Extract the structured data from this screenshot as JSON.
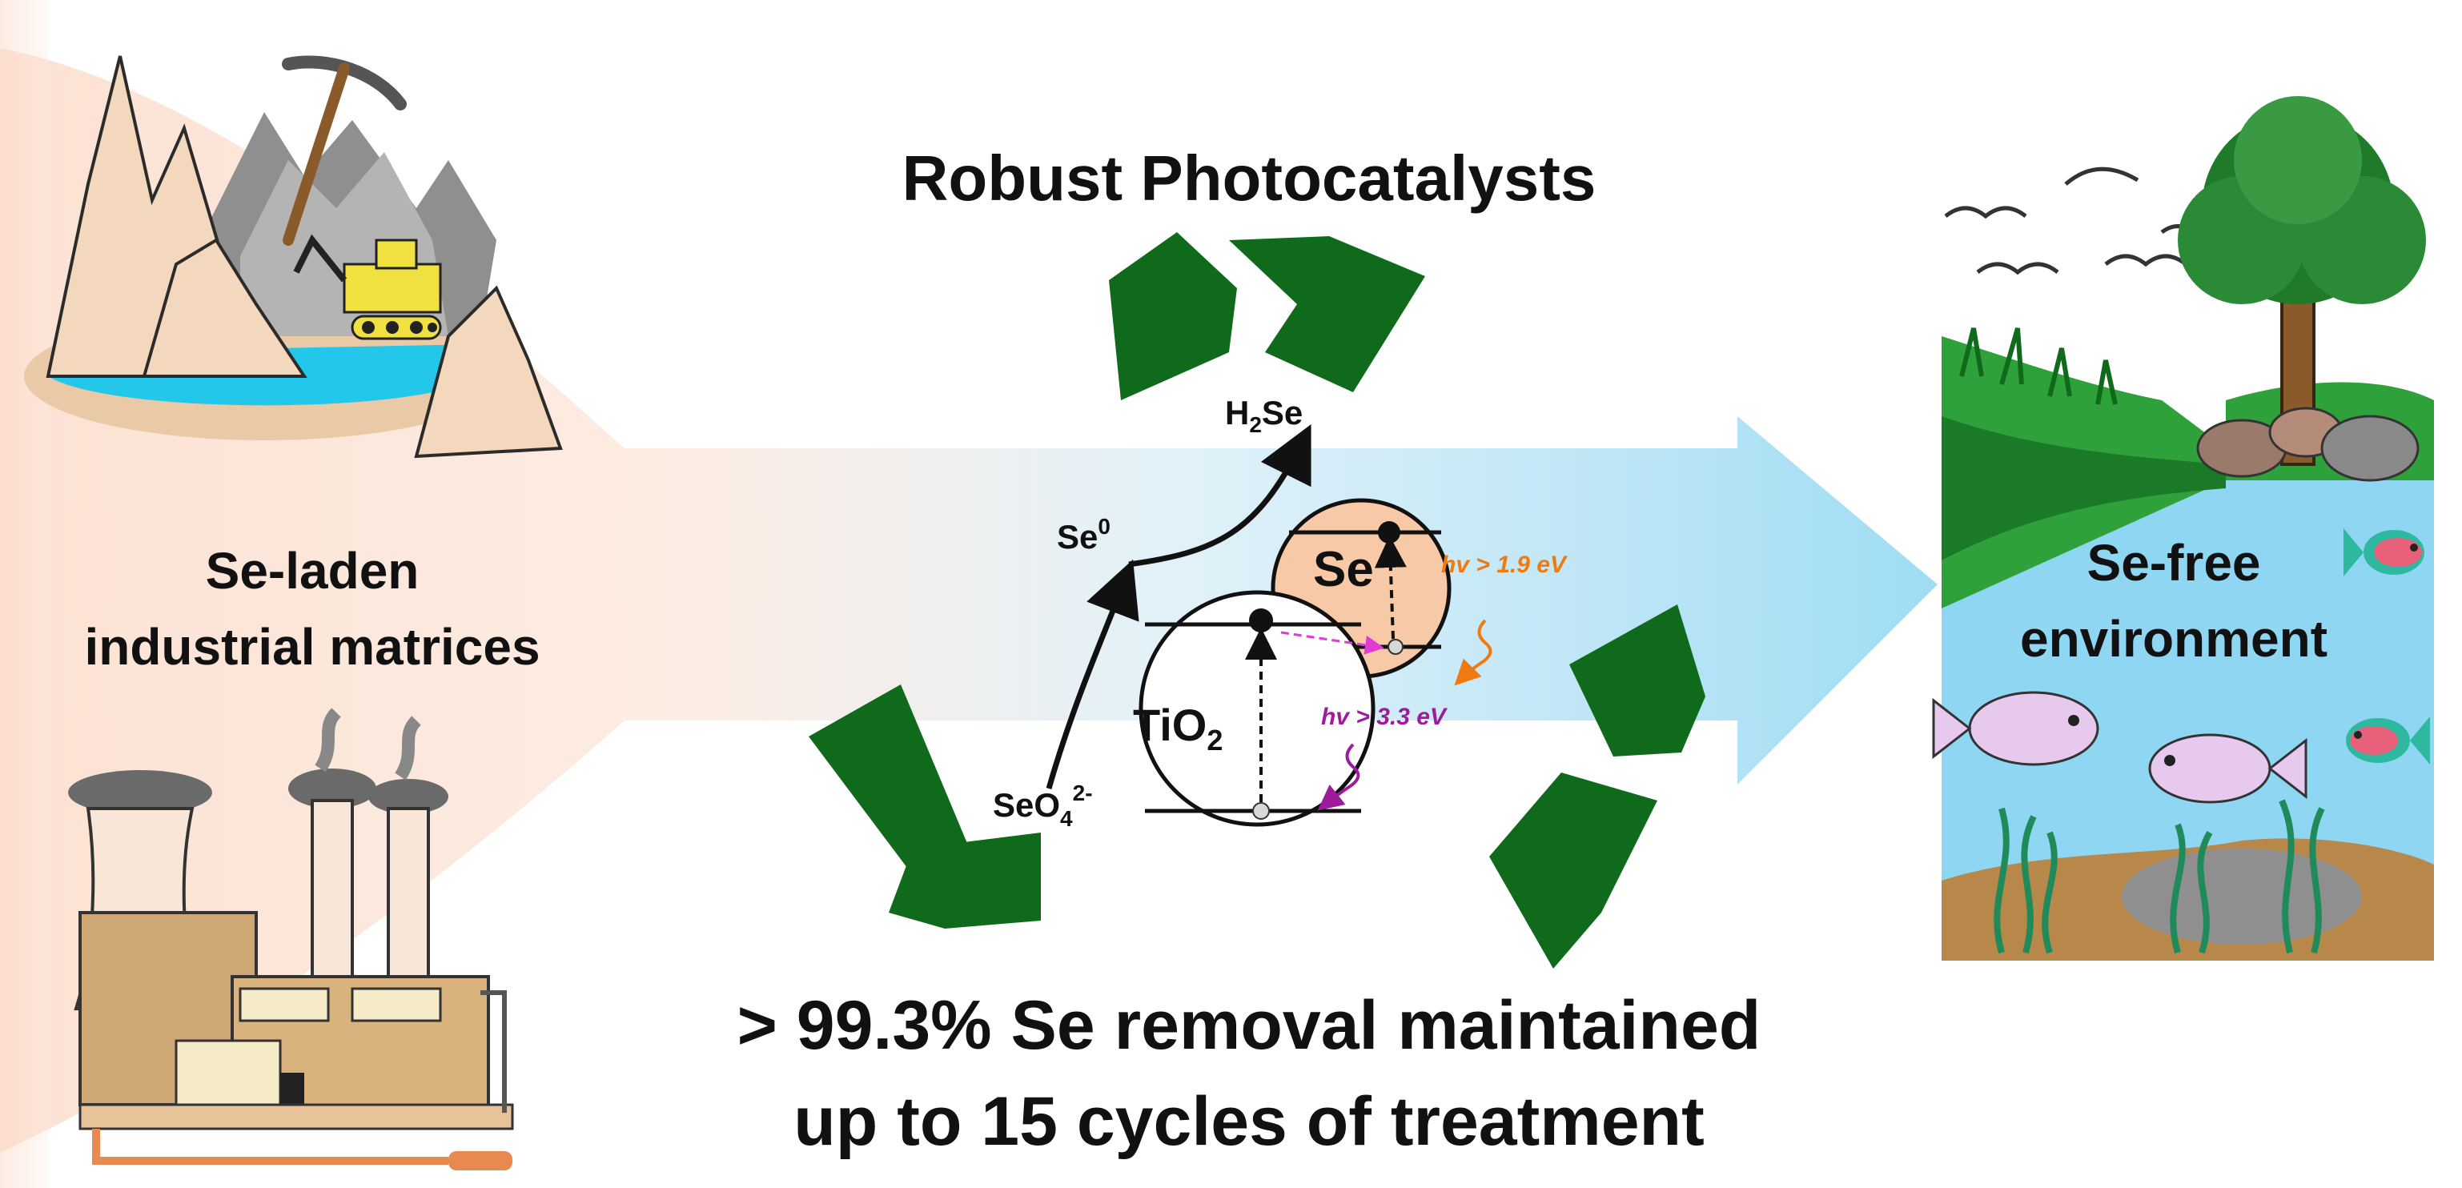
{
  "title": "Robust Photocatalysts",
  "left_label": {
    "line1": "Se-laden",
    "line2": "industrial matrices"
  },
  "right_label": {
    "line1": "Se-free",
    "line2": "environment"
  },
  "bottom_text": {
    "line1": "> 99.3% Se removal maintained",
    "line2": "up to 15 cycles of treatment"
  },
  "mechanism": {
    "tio2_main": "TiO",
    "tio2_sub": "2",
    "se_particle": "Se",
    "tio2_excitation": "hv > 3.3 eV",
    "se_excitation": "hv > 1.9 eV",
    "selenate_main": "SeO",
    "selenate_sub": "4",
    "selenate_sup": "2-",
    "se0_main": "Se",
    "se0_sup": "0",
    "h2se_h": "H",
    "h2se_sub": "2",
    "h2se_se": "Se"
  },
  "colors": {
    "recycle_green": "#0f6b1b",
    "tio2_excitation": "#9c1c9c",
    "se_excitation": "#ef7b10",
    "se_particle_fill": "#f8c9a6",
    "flow_blue": "#9fdcf4",
    "flow_peach": "#fbd9c6",
    "water": "#8fd6f2"
  }
}
